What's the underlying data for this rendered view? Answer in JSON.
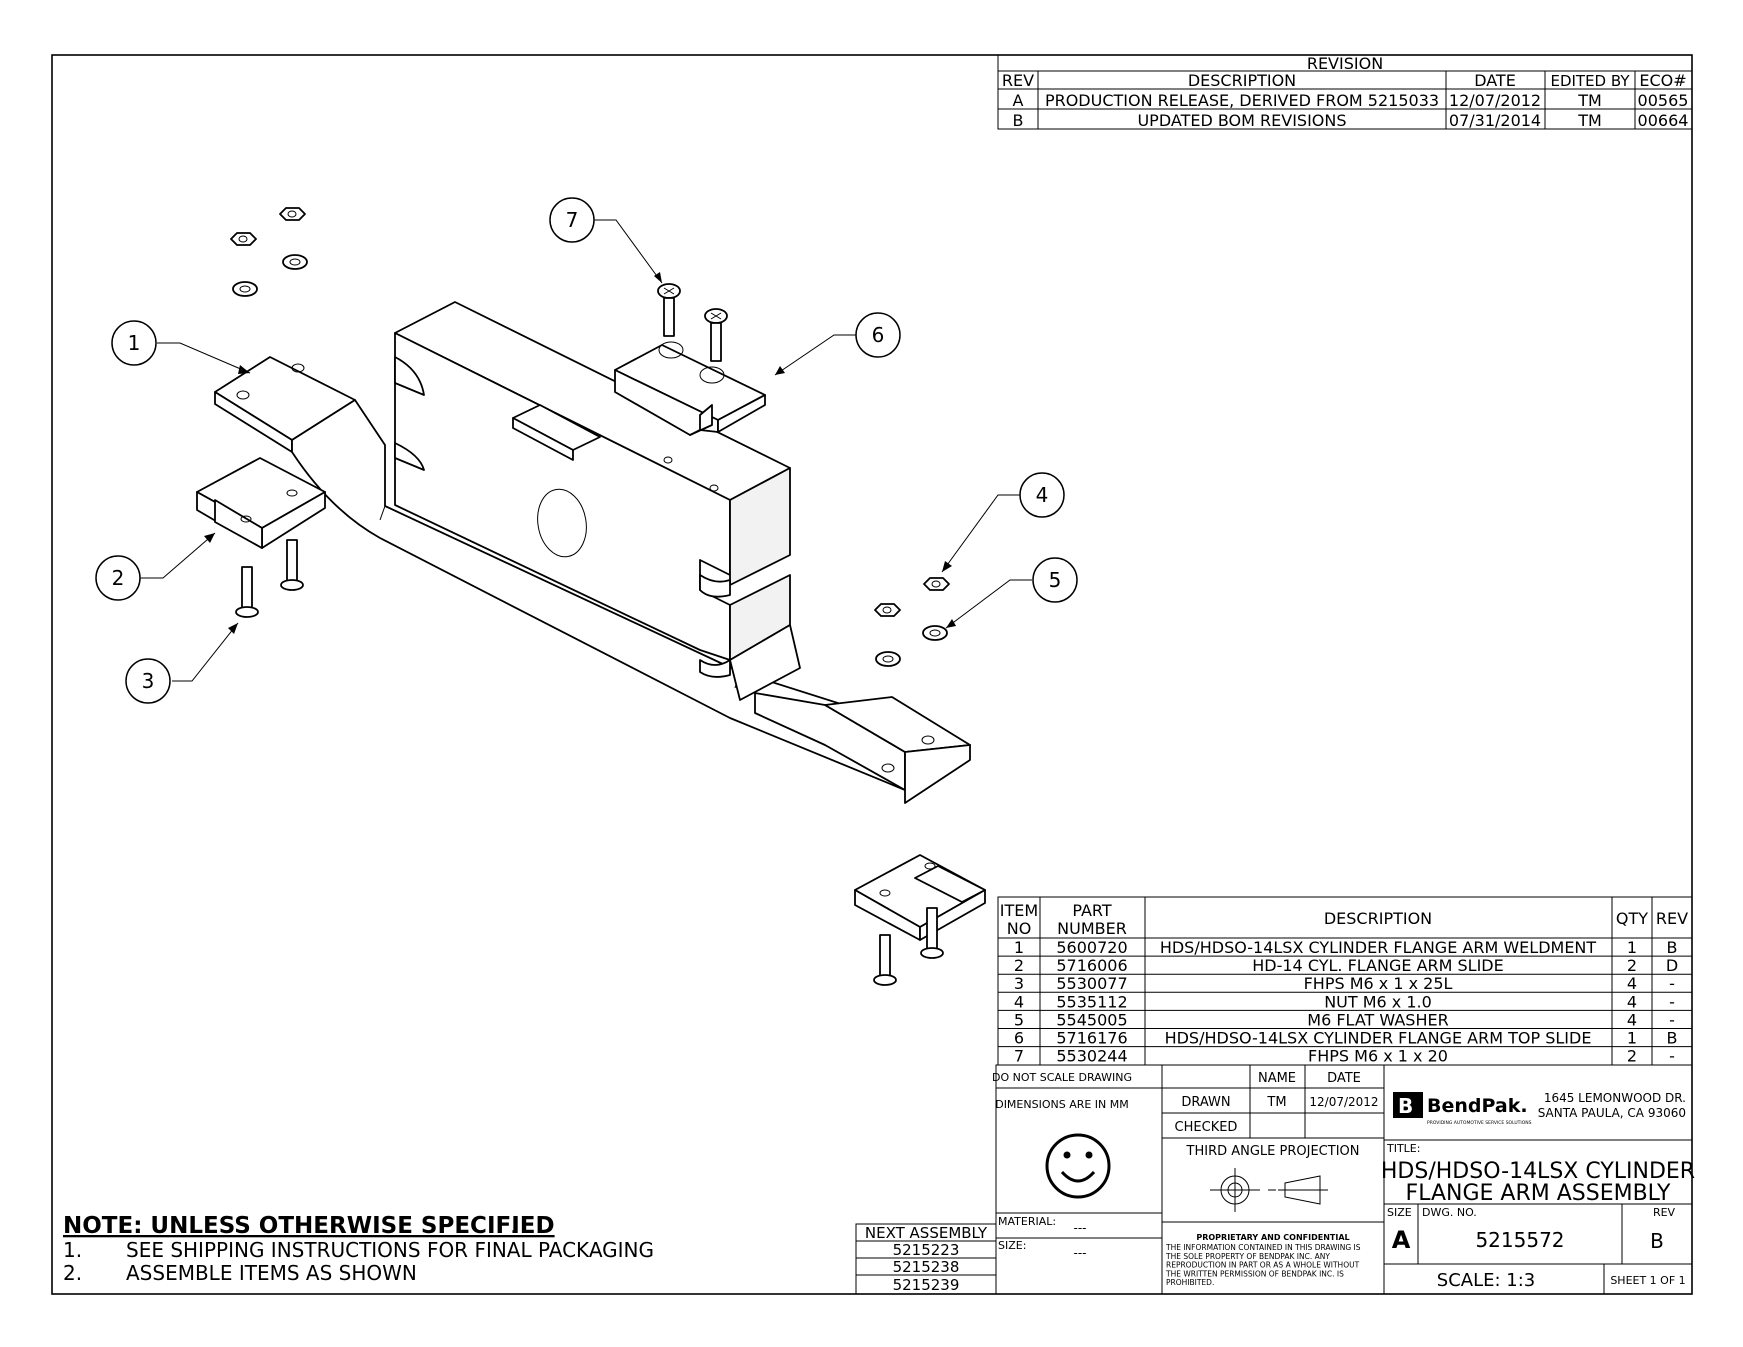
{
  "revision_block": {
    "title": "REVISION",
    "headers": [
      "REV",
      "DESCRIPTION",
      "DATE",
      "EDITED BY",
      "ECO#"
    ],
    "rows": [
      [
        "A",
        "PRODUCTION RELEASE, DERIVED FROM 5215033",
        "12/07/2012",
        "TM",
        "00565"
      ],
      [
        "B",
        "UPDATED BOM REVISIONS",
        "07/31/2014",
        "TM",
        "00664"
      ]
    ]
  },
  "balloons": [
    "1",
    "2",
    "3",
    "4",
    "5",
    "6",
    "7"
  ],
  "bom": {
    "headers": {
      "item": "ITEM",
      "item2": "NO",
      "part": "PART",
      "part2": "NUMBER",
      "description": "DESCRIPTION",
      "qty": "QTY",
      "rev": "REV"
    },
    "rows": [
      [
        "1",
        "5600720",
        "HDS/HDSO-14LSX CYLINDER FLANGE ARM WELDMENT",
        "1",
        "B"
      ],
      [
        "2",
        "5716006",
        "HD-14 CYL. FLANGE ARM SLIDE",
        "2",
        "D"
      ],
      [
        "3",
        "5530077",
        "FHPS M6 x 1 x 25L",
        "4",
        "-"
      ],
      [
        "4",
        "5535112",
        "NUT M6 x 1.0",
        "4",
        "-"
      ],
      [
        "5",
        "5545005",
        "M6 FLAT WASHER",
        "4",
        "-"
      ],
      [
        "6",
        "5716176",
        "HDS/HDSO-14LSX CYLINDER FLANGE ARM TOP SLIDE",
        "1",
        "B"
      ],
      [
        "7",
        "5530244",
        "FHPS M6 x 1 x 20",
        "2",
        "-"
      ]
    ]
  },
  "title_block": {
    "do_not_scale": "DO NOT SCALE DRAWING",
    "dimensions": "DIMENSIONS ARE IN MM",
    "name_hdr": "NAME",
    "date_hdr": "DATE",
    "drawn_label": "DRAWN",
    "drawn_name": "TM",
    "drawn_date": "12/07/2012",
    "checked_label": "CHECKED",
    "projection": "THIRD ANGLE PROJECTION",
    "material_label": "MATERIAL:",
    "material_value": "---",
    "size_label_left": "SIZE:",
    "size_value_left": "---",
    "proprietary_title": "PROPRIETARY AND CONFIDENTIAL",
    "proprietary_lines": [
      "THE INFORMATION CONTAINED IN THIS DRAWING IS",
      "THE SOLE PROPERTY OF BENDPAK INC. ANY",
      "REPRODUCTION IN PART OR AS A WHOLE WITHOUT",
      "THE WRITTEN PERMISSION OF BENDPAK INC. IS",
      "PROHIBITED."
    ],
    "logo_text": "BendPak.",
    "logo_tagline": "PROVIDING AUTOMOTIVE SERVICE SOLUTIONS",
    "address_1": "1645 LEMONWOOD DR.",
    "address_2": "SANTA PAULA, CA 93060",
    "title_label": "TITLE:",
    "title_1": "HDS/HDSO-14LSX CYLINDER",
    "title_2": "FLANGE ARM ASSEMBLY",
    "size_label": "SIZE",
    "size_value": "A",
    "dwg_label": "DWG.  NO.",
    "dwg_no": "5215572",
    "rev_label": "REV",
    "rev_value": "B",
    "scale": "SCALE: 1:3",
    "sheet": "SHEET 1 OF 1"
  },
  "next_assembly": {
    "label": "NEXT ASSEMBLY",
    "items": [
      "5215223",
      "5215238",
      "5215239"
    ]
  },
  "notes": {
    "heading": "NOTE: UNLESS OTHERWISE SPECIFIED",
    "heading_end": ".",
    "items": [
      {
        "num": "1.",
        "text": "SEE SHIPPING INSTRUCTIONS FOR FINAL PACKAGING"
      },
      {
        "num": "2.",
        "text": "ASSEMBLE ITEMS AS SHOWN"
      }
    ]
  }
}
